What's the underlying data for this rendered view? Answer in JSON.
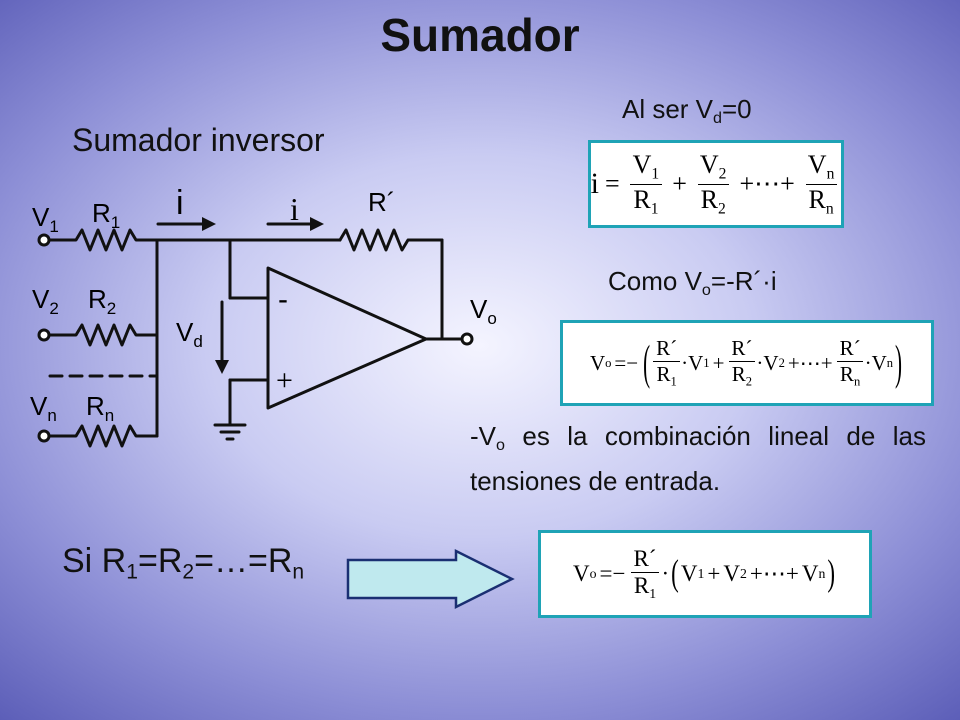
{
  "title": "Sumador",
  "subtitle": "Sumador inversor",
  "circuit": {
    "labels": {
      "i_arrow1": "i",
      "i_arrow2": "i",
      "r_feedback": "R´",
      "v1": "V",
      "v1_sub": "1",
      "r1": "R",
      "r1_sub": "1",
      "v2": "V",
      "v2_sub": "2",
      "r2": "R",
      "r2_sub": "2",
      "vn": "V",
      "vn_sub": "n",
      "rn": "R",
      "rn_sub": "n",
      "vd": "V",
      "vd_sub": "d",
      "vo": "V",
      "vo_sub": "o",
      "minus": "-",
      "plus": "+"
    }
  },
  "right": {
    "al_ser_prefix": "Al ser V",
    "al_ser_sub": "d",
    "al_ser_suffix": "=0",
    "como_prefix": "Como V",
    "como_sub": "o",
    "como_suffix": "=-R´·i",
    "linear_prefix": "-V",
    "linear_sub": "o",
    "linear_suffix": " es la combinación lineal de las tensiones de entrada."
  },
  "bottom": {
    "si": "Si R",
    "s1": "1",
    "eq1": "=R",
    "s2": "2",
    "eq2": "=…=R",
    "sn": "n"
  },
  "formulas": {
    "f1": {
      "lhs": "i",
      "eq": "=",
      "n1": "V",
      "n1s": "1",
      "d1": "R",
      "d1s": "1",
      "plus1": "+",
      "n2": "V",
      "n2s": "2",
      "d2": "R",
      "d2s": "2",
      "dots": "+⋯+",
      "n3": "V",
      "n3s": "n",
      "d3": "R",
      "d3s": "n"
    },
    "f2": {
      "lhs": "V",
      "lhs_s": "o",
      "eq": "=−",
      "a1": "R´",
      "b1": "R",
      "b1s": "1",
      "m1": "·V",
      "m1s": "1",
      "plus": "+",
      "a2": "R´",
      "b2": "R",
      "b2s": "2",
      "m2": "·V",
      "m2s": "2",
      "dots": "+⋯+",
      "a3": "R´",
      "b3": "R",
      "b3s": "n",
      "m3": "·V",
      "m3s": "n"
    },
    "f3": {
      "lhs": "V",
      "lhs_s": "o",
      "eq": "=−",
      "a": "R´",
      "b": "R",
      "bs": "1",
      "dot": "·",
      "t1": "V",
      "t1s": "1",
      "p1": "+",
      "t2": "V",
      "t2s": "2",
      "dots": "+⋯+",
      "t3": "V",
      "t3s": "n"
    }
  },
  "colors": {
    "box_border": "#1fa3b6",
    "arrow_fill": "#bfe9ee",
    "arrow_stroke": "#1a2f72"
  }
}
